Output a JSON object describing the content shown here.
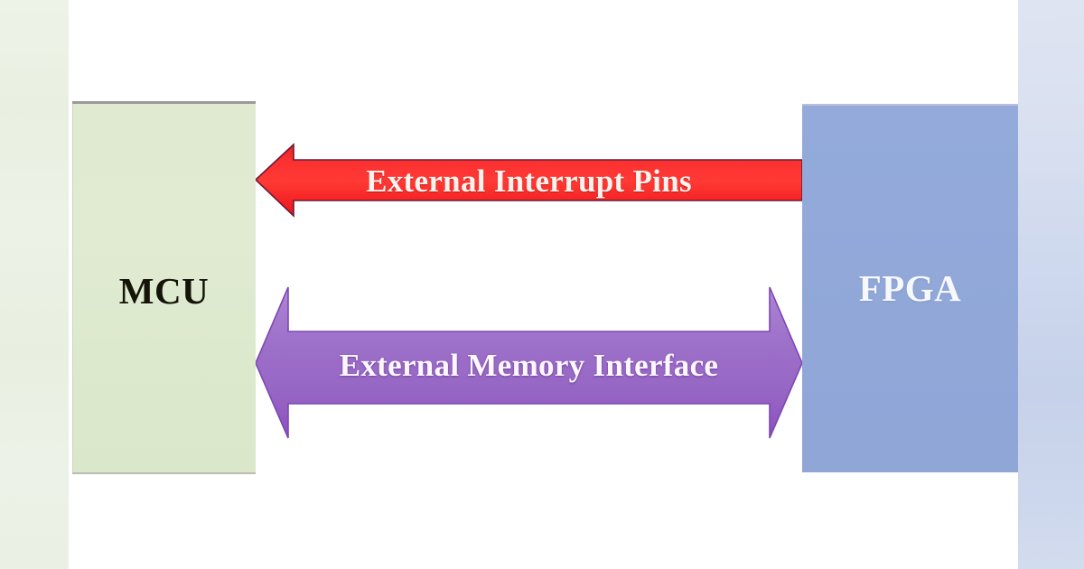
{
  "diagram": {
    "title": "MCU to FPGA interface block diagram",
    "blocks": [
      {
        "id": "mcu",
        "label": "MCU",
        "fill": "#dfead0",
        "text_color": "#141408"
      },
      {
        "id": "fpga",
        "label": "FPGA",
        "fill": "#90a7d8",
        "text_color": "#ffffff"
      }
    ],
    "connections": [
      {
        "id": "external-interrupt-pins",
        "label": "External Interrupt Pins",
        "color": "#f22222",
        "direction": "fpga-to-mcu",
        "heads": "left",
        "text_color": "#fdf3ee"
      },
      {
        "id": "external-memory-interface",
        "label": "External Memory Interface",
        "color": "#9966cc",
        "direction": "bidirectional",
        "heads": "both",
        "text_color": "#fdf8ff"
      }
    ],
    "background": {
      "canvas": "#ffffff",
      "left_band": "#eaf0e3",
      "right_band": "#ccd6ec"
    }
  }
}
